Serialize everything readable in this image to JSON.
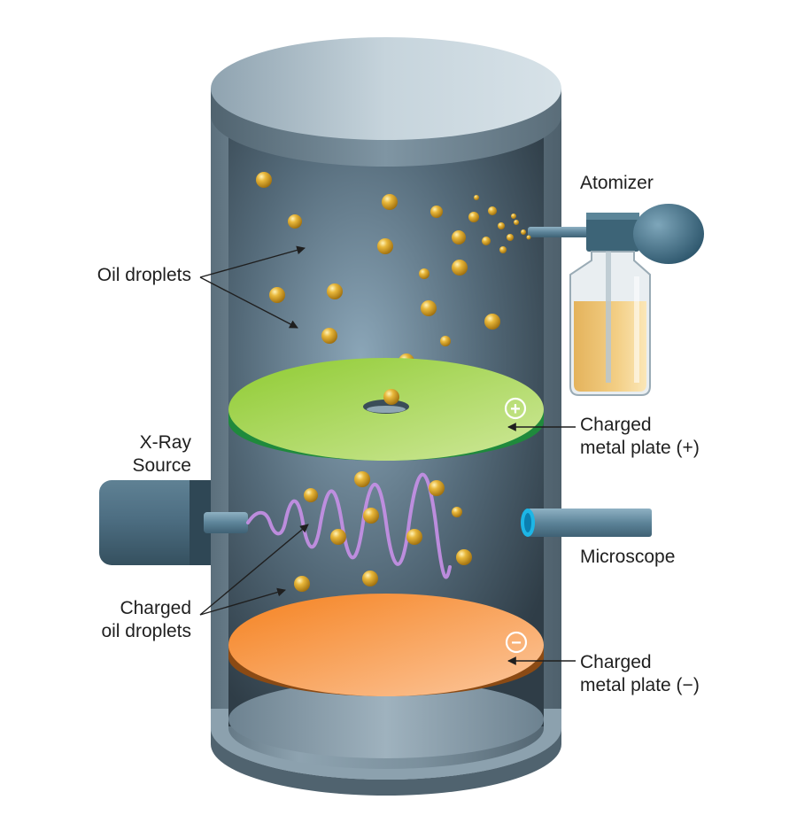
{
  "labels": {
    "atomizer": "Atomizer",
    "oil_droplets": "Oil droplets",
    "xray_line1": "X-Ray",
    "xray_line2": "Source",
    "plate_pos_line1": "Charged",
    "plate_pos_line2": "metal plate (+)",
    "microscope": "Microscope",
    "charged_drops_line1": "Charged",
    "charged_drops_line2": "oil droplets",
    "plate_neg_line1": "Charged",
    "plate_neg_line2": "metal plate (−)"
  },
  "symbols": {
    "plus": "+",
    "minus": "−"
  },
  "colors": {
    "positive_plate": "#9dd23a",
    "negative_plate": "#f7892c",
    "oil": "#e0a82a",
    "xray_wave": "#c890e8",
    "chamber_metal": "#6f8796"
  }
}
